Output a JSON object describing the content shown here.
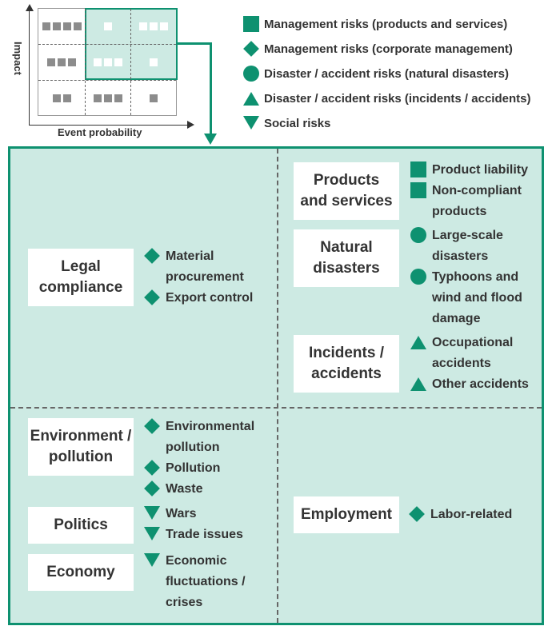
{
  "matrix": {
    "y_label": "Impact",
    "x_label": "Event probability",
    "highlight_color": "#cdeae3",
    "cells": [
      {
        "row": "high",
        "col": "low",
        "count": 4,
        "highlighted": false
      },
      {
        "row": "high",
        "col": "mid",
        "count": 1,
        "highlighted": true
      },
      {
        "row": "high",
        "col": "high",
        "count": 3,
        "highlighted": true
      },
      {
        "row": "mid",
        "col": "low",
        "count": 3,
        "highlighted": false
      },
      {
        "row": "mid",
        "col": "mid",
        "count": 3,
        "highlighted": true
      },
      {
        "row": "mid",
        "col": "high",
        "count": 1,
        "highlighted": true
      },
      {
        "row": "low",
        "col": "low",
        "count": 2,
        "highlighted": false
      },
      {
        "row": "low",
        "col": "mid",
        "count": 3,
        "highlighted": false
      },
      {
        "row": "low",
        "col": "high",
        "count": 1,
        "highlighted": false
      }
    ]
  },
  "legend": [
    {
      "shape": "square",
      "label": "Management risks (products and services)"
    },
    {
      "shape": "diamond",
      "label": "Management risks (corporate management)"
    },
    {
      "shape": "circle",
      "label": "Disaster / accident risks (natural disasters)"
    },
    {
      "shape": "triangle-up",
      "label": "Disaster / accident risks (incidents / accidents)"
    },
    {
      "shape": "triangle-down",
      "label": "Social risks"
    }
  ],
  "colors": {
    "accent": "#0e9170",
    "panel_bg": "#cdeae3",
    "text": "#333333"
  },
  "quadrants": {
    "top_left": {
      "categories": [
        {
          "name": "Legal\ncompliance",
          "risks": [
            {
              "shape": "diamond",
              "label": "Material procurement"
            },
            {
              "shape": "diamond",
              "label": "Export control"
            }
          ]
        }
      ]
    },
    "top_right": {
      "categories": [
        {
          "name": "Products\nand services",
          "risks": [
            {
              "shape": "square",
              "label": "Product liability"
            },
            {
              "shape": "square",
              "label": "Non-compliant products"
            }
          ]
        },
        {
          "name": "Natural\ndisasters",
          "risks": [
            {
              "shape": "circle",
              "label": "Large-scale disasters"
            },
            {
              "shape": "circle",
              "label": "Typhoons and wind and flood damage"
            }
          ]
        },
        {
          "name": "Incidents /\naccidents",
          "risks": [
            {
              "shape": "triangle-up",
              "label": "Occupational accidents"
            },
            {
              "shape": "triangle-up",
              "label": "Other accidents"
            }
          ]
        }
      ]
    },
    "bottom_left": {
      "categories": [
        {
          "name": "Environment /\npollution",
          "risks": [
            {
              "shape": "diamond",
              "label": "Environmental pollution"
            },
            {
              "shape": "diamond",
              "label": "Pollution"
            },
            {
              "shape": "diamond",
              "label": "Waste"
            }
          ]
        },
        {
          "name": "Politics",
          "risks": [
            {
              "shape": "triangle-down",
              "label": "Wars"
            },
            {
              "shape": "triangle-down",
              "label": "Trade issues"
            }
          ]
        },
        {
          "name": "Economy",
          "risks": [
            {
              "shape": "triangle-down",
              "label": "Economic fluctuations / crises"
            }
          ]
        }
      ]
    },
    "bottom_right": {
      "categories": [
        {
          "name": "Employment",
          "risks": [
            {
              "shape": "diamond",
              "label": "Labor-related"
            }
          ]
        }
      ]
    }
  }
}
